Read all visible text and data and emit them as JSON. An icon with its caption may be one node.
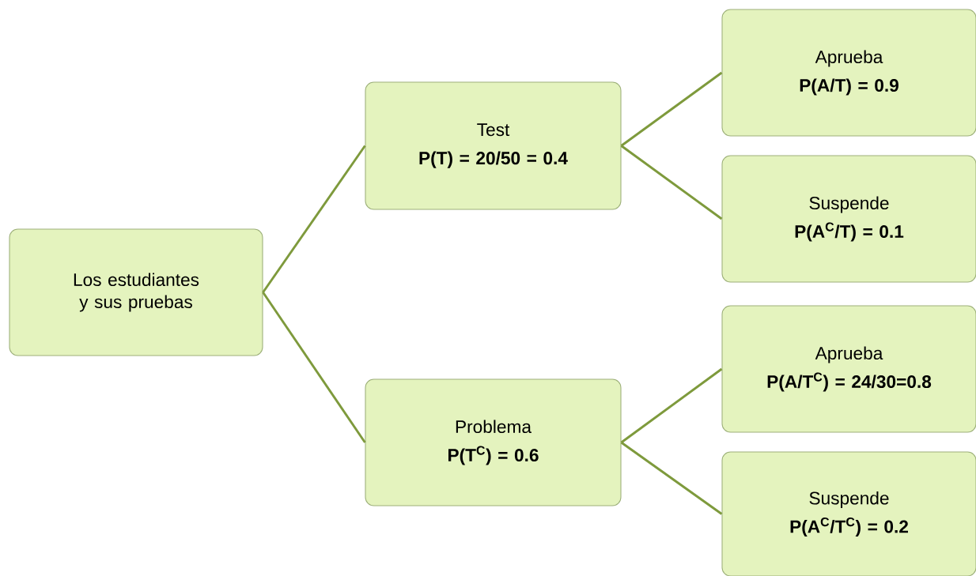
{
  "diagram": {
    "nodes": [
      {
        "text": [
          "Los estudiantes y sus pruebas"
        ]
      },
      {
        "text": [
          "Test",
          "P(T) = 20/50 = 0.4"
        ]
      },
      {
        "text": [
          "Problema",
          "P(T$^{C}$) = 0.6"
        ]
      },
      {
        "text": [
          "Aprueba",
          "P(A/T) = 0.9"
        ]
      },
      {
        "text": [
          "Suspende",
          "P(A$^{C}$/T) = 0.1"
        ]
      },
      {
        "text": [
          "Aprueba",
          "P(A/T$^{C}$) = 24/30=0.8"
        ]
      },
      {
        "text": [
          "Suspende",
          "P(A$^{C}$/T$^{C}$) = 0.2"
        ]
      }
    ],
    "edges": [
      {
        "from": 0,
        "to": 1,
        "arrow": "none"
      },
      {
        "from": 0,
        "to": 2,
        "arrow": "none"
      },
      {
        "from": 1,
        "to": 3,
        "arrow": "none"
      },
      {
        "from": 1,
        "to": 4,
        "arrow": "none"
      },
      {
        "from": 2,
        "to": 5,
        "arrow": "none"
      },
      {
        "from": 2,
        "to": 6,
        "arrow": "none"
      }
    ]
  }
}
